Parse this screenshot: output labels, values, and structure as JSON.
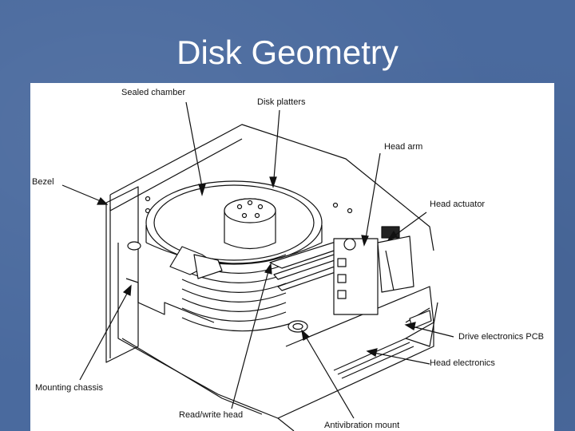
{
  "slide": {
    "title": "Disk Geometry"
  },
  "diagram": {
    "labels": {
      "sealed_chamber": "Sealed chamber",
      "disk_platters": "Disk platters",
      "head_arm": "Head arm",
      "bezel": "Bezel",
      "head_actuator": "Head actuator",
      "drive_electronics_pcb": "Drive electronics PCB",
      "head_electronics": "Head electronics",
      "mounting_chassis": "Mounting chassis",
      "read_write_head": "Read/write head",
      "antivibration_mount": "Antivibration mount"
    }
  },
  "colors": {
    "background": "#4a6a9e",
    "figure": "#ffffff",
    "ink": "#111111"
  }
}
